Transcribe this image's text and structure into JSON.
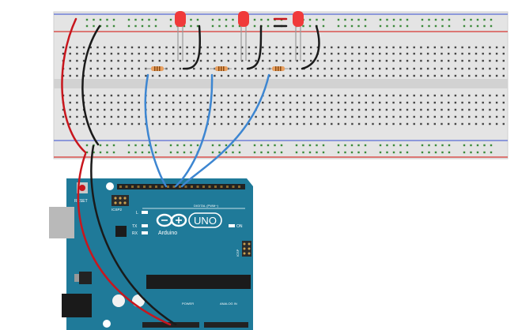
{
  "board": {
    "brand": "Arduino",
    "model": "UNO",
    "labels": {
      "tx": "TX",
      "rx": "RX",
      "l": "L",
      "on": "ON",
      "icsp2": "ICSP2",
      "icsp": "ICSP",
      "digital": "DIGITAL (PWM~)",
      "power": "POWER",
      "analog": "ANALOG IN",
      "reset": "RESET"
    }
  },
  "colors": {
    "board": "#1f7a99",
    "breadboard": "#e6e6e6",
    "led": "#f03a3a",
    "wire_red": "#c8161d",
    "wire_black": "#1a1a1a",
    "wire_blue": "#3d86d1",
    "rail_red": "#d9534f",
    "rail_blue": "#6f7fd6"
  }
}
